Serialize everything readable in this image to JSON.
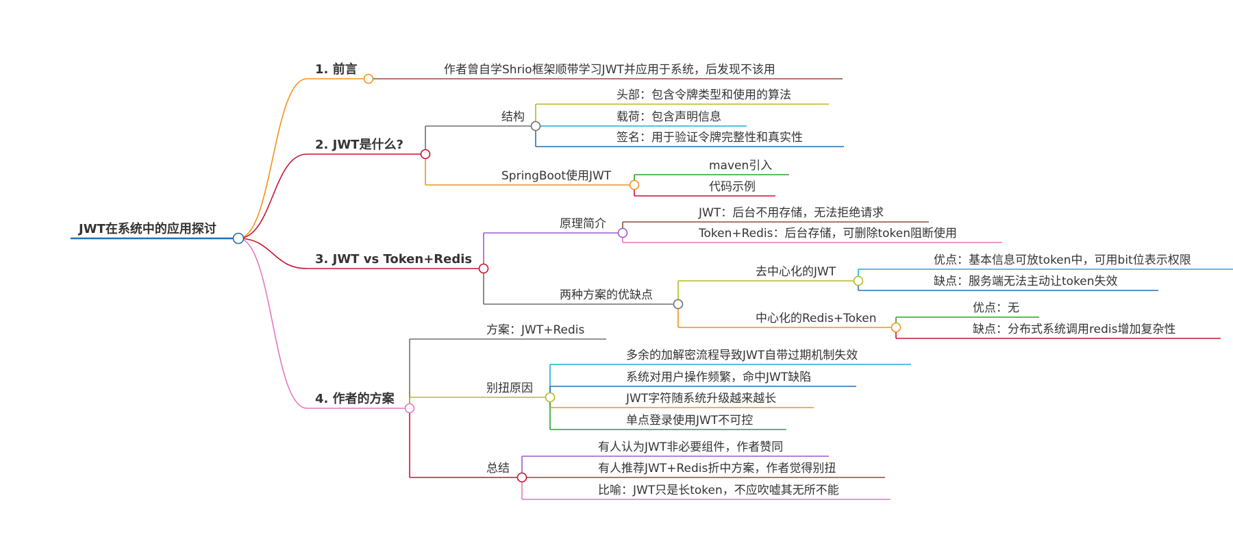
{
  "mindmap": {
    "root": "JWT在系统中的应用探讨",
    "branches": [
      {
        "label": "1. 前言",
        "color": "#F39019",
        "children": [
          {
            "label": "作者曾自学Shrio框架顺带学习JWT并应用于系统，后发现不该用",
            "color": "#8B4A3C"
          }
        ]
      },
      {
        "label": "2. JWT是什么?",
        "color": "#C8102E",
        "children": [
          {
            "label": "结构",
            "color": "#6E6E6E",
            "children": [
              {
                "label": "头部：包含令牌类型和使用的算法",
                "color": "#B5B822"
              },
              {
                "label": "载荷：包含声明信息",
                "color": "#1AAFCF"
              },
              {
                "label": "签名：用于验证令牌完整性和真实性",
                "color": "#1F6FB2"
              }
            ]
          },
          {
            "label": "SpringBoot使用JWT",
            "color": "#F39019",
            "children": [
              {
                "label": "maven引入",
                "color": "#2CA02C"
              },
              {
                "label": "代码示例",
                "color": "#C8102E"
              }
            ]
          }
        ]
      },
      {
        "label": "3. JWT vs Token+Redis",
        "color": "#C8102E",
        "children": [
          {
            "label": "原理简介",
            "color": "#9B59D0",
            "children": [
              {
                "label": "JWT：后台不用存储，无法拒绝请求",
                "color": "#8B4A3C"
              },
              {
                "label": "Token+Redis：后台存储，可删除token阻断使用",
                "color": "#E377C2"
              }
            ]
          },
          {
            "label": "两种方案的优缺点",
            "color": "#6E6E6E",
            "children": [
              {
                "label": "去中心化的JWT",
                "color": "#B5B822",
                "children": [
                  {
                    "label": "优点：基本信息可放token中，可用bit位表示权限",
                    "color": "#1AAFCF"
                  },
                  {
                    "label": "缺点：服务端无法主动让token失效",
                    "color": "#1F6FB2"
                  }
                ]
              },
              {
                "label": "中心化的Redis+Token",
                "color": "#F39019",
                "children": [
                  {
                    "label": "优点：无",
                    "color": "#2CA02C"
                  },
                  {
                    "label": "缺点：分布式系统调用redis增加复杂性",
                    "color": "#C8102E"
                  }
                ]
              }
            ]
          }
        ]
      },
      {
        "label": "4. 作者的方案",
        "color": "#E377C2",
        "children": [
          {
            "label": "方案：JWT+Redis",
            "color": "#6E6E6E"
          },
          {
            "label": "别扭原因",
            "color": "#B5B822",
            "children": [
              {
                "label": "多余的加解密流程导致JWT自带过期机制失效",
                "color": "#1AAFCF"
              },
              {
                "label": "系统对用户操作频繁，命中JWT缺陷",
                "color": "#1F6FB2"
              },
              {
                "label": "JWT字符随系统升级越来越长",
                "color": "#F39019"
              },
              {
                "label": "单点登录使用JWT不可控",
                "color": "#2CA02C"
              }
            ]
          },
          {
            "label": "总结",
            "color": "#C8102E",
            "children": [
              {
                "label": "有人认为JWT非必要组件，作者赞同",
                "color": "#9B59D0"
              },
              {
                "label": "有人推荐JWT+Redis折中方案，作者觉得别扭",
                "color": "#8B4A3C"
              },
              {
                "label": "比喻：JWT只是长token，不应吹嘘其无所不能",
                "color": "#E377C2"
              }
            ]
          }
        ]
      }
    ]
  }
}
